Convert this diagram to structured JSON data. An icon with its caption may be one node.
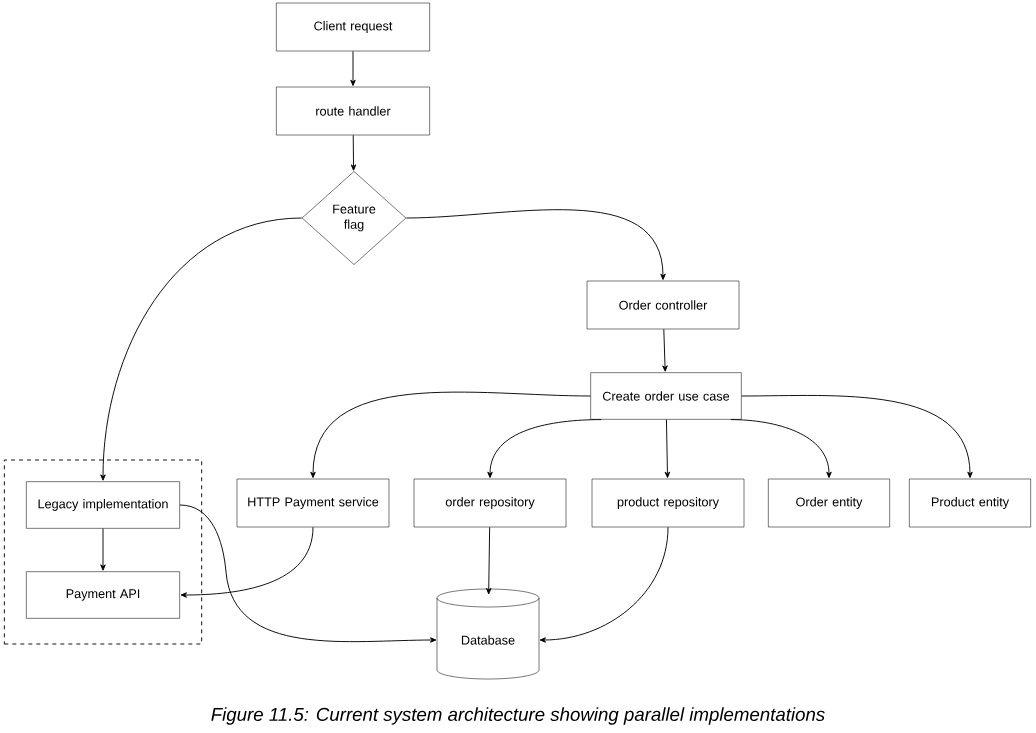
{
  "diagram": {
    "caption": "Figure 11.5: Current system architecture showing parallel implementations",
    "nodes": [
      {
        "text": [
          "Client request"
        ]
      },
      {
        "text": [
          "route handler"
        ]
      },
      {
        "text": [
          "Feature flag"
        ]
      },
      {
        "text": [
          "Order controller"
        ]
      },
      {
        "text": [
          "Create order use case"
        ]
      },
      {
        "text": [],
        "shape": "box"
      },
      {
        "text": [
          "Legacy implementation"
        ],
        "in": 5
      },
      {
        "text": [
          "Payment API"
        ],
        "in": 5
      },
      {
        "text": [
          "HTTP Payment service"
        ]
      },
      {
        "text": [
          "order repository"
        ]
      },
      {
        "text": [
          "product repository"
        ]
      },
      {
        "text": [
          "Order entity"
        ]
      },
      {
        "text": [
          "Product entity"
        ]
      },
      {
        "text": [
          "Database"
        ]
      }
    ],
    "edges": [
      {
        "from": 0,
        "to": 1,
        "arrow": "to"
      },
      {
        "from": 1,
        "to": 2,
        "arrow": "to"
      },
      {
        "from": 2,
        "to": 3,
        "arrow": "to"
      },
      {
        "from": 2,
        "to": 6,
        "arrow": "to"
      },
      {
        "from": 3,
        "to": 4,
        "arrow": "to"
      },
      {
        "from": 4,
        "to": 8,
        "arrow": "to"
      },
      {
        "from": 4,
        "to": 9,
        "arrow": "to"
      },
      {
        "from": 4,
        "to": 10,
        "arrow": "to"
      },
      {
        "from": 4,
        "to": 11,
        "arrow": "to"
      },
      {
        "from": 4,
        "to": 12,
        "arrow": "to"
      },
      {
        "from": 6,
        "to": 7,
        "arrow": "to"
      },
      {
        "from": 6,
        "to": 13,
        "arrow": "to"
      },
      {
        "from": 8,
        "to": 7,
        "arrow": "to"
      },
      {
        "from": 9,
        "to": 13,
        "arrow": "to"
      },
      {
        "from": 10,
        "to": 13,
        "arrow": "to"
      }
    ]
  }
}
